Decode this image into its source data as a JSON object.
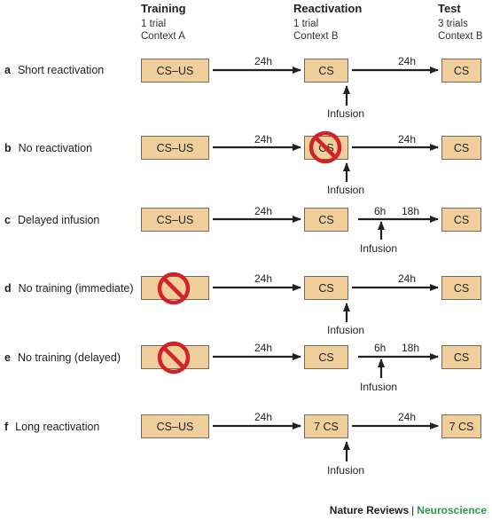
{
  "phases": [
    {
      "title": "Training",
      "line1": "1 trial",
      "line2": "Context A"
    },
    {
      "title": "Reactivation",
      "line1": "1 trial",
      "line2": "Context B"
    },
    {
      "title": "Test",
      "line1": "3 trials",
      "line2": "Context B"
    }
  ],
  "rows": [
    {
      "letter": "a",
      "label": "Short reactivation",
      "training": "CS–US",
      "gap1": "24h",
      "reactivation": "CS",
      "gap2": "24h",
      "test": "CS",
      "infusion": "Infusion"
    },
    {
      "letter": "b",
      "label": "No reactivation",
      "training": "CS–US",
      "gap1": "24h",
      "reactivation": "CS",
      "gap2": "24h",
      "test": "CS",
      "infusion": "Infusion"
    },
    {
      "letter": "c",
      "label": "Delayed infusion",
      "training": "CS–US",
      "gap1": "24h",
      "reactivation": "CS",
      "gap2a": "6h",
      "gap2b": "18h",
      "test": "CS",
      "infusion": "Infusion"
    },
    {
      "letter": "d",
      "label": "No training (immediate)",
      "training": "",
      "gap1": "24h",
      "reactivation": "CS",
      "gap2": "24h",
      "test": "CS",
      "infusion": "Infusion"
    },
    {
      "letter": "e",
      "label": "No training (delayed)",
      "training": "",
      "gap1": "24h",
      "reactivation": "CS",
      "gap2a": "6h",
      "gap2b": "18h",
      "test": "CS",
      "infusion": "Infusion"
    },
    {
      "letter": "f",
      "label": "Long reactivation",
      "training": "CS–US",
      "gap1": "24h",
      "reactivation": "7 CS",
      "gap2": "24h",
      "test": "7 CS",
      "infusion": "Infusion"
    }
  ],
  "footer": {
    "journal": "Nature Reviews",
    "separator": "|",
    "section": "Neuroscience"
  },
  "colors": {
    "box_fill": "#f0cf9c",
    "prohibit_red": "#d2232a",
    "footer_accent": "#2e9b4a"
  }
}
